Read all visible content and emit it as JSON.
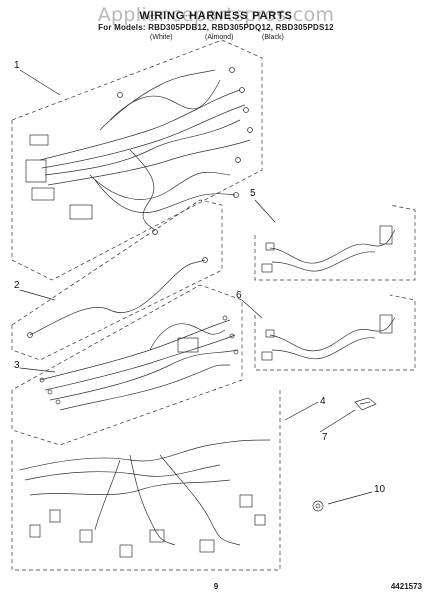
{
  "header": {
    "watermark": "Appliancepartspros.com",
    "title": "WIRING HARNESS PARTS",
    "subtitle": "For Models: RBD305PDB12, RBD305PDQ12, RBD305PDS12",
    "finishes": [
      "(White)",
      "(Almond)",
      "(Black)"
    ]
  },
  "callouts": [
    "1",
    "2",
    "3",
    "4",
    "5",
    "6",
    "7",
    "10"
  ],
  "footer": {
    "page_number": "9",
    "part_number": "4421573"
  }
}
